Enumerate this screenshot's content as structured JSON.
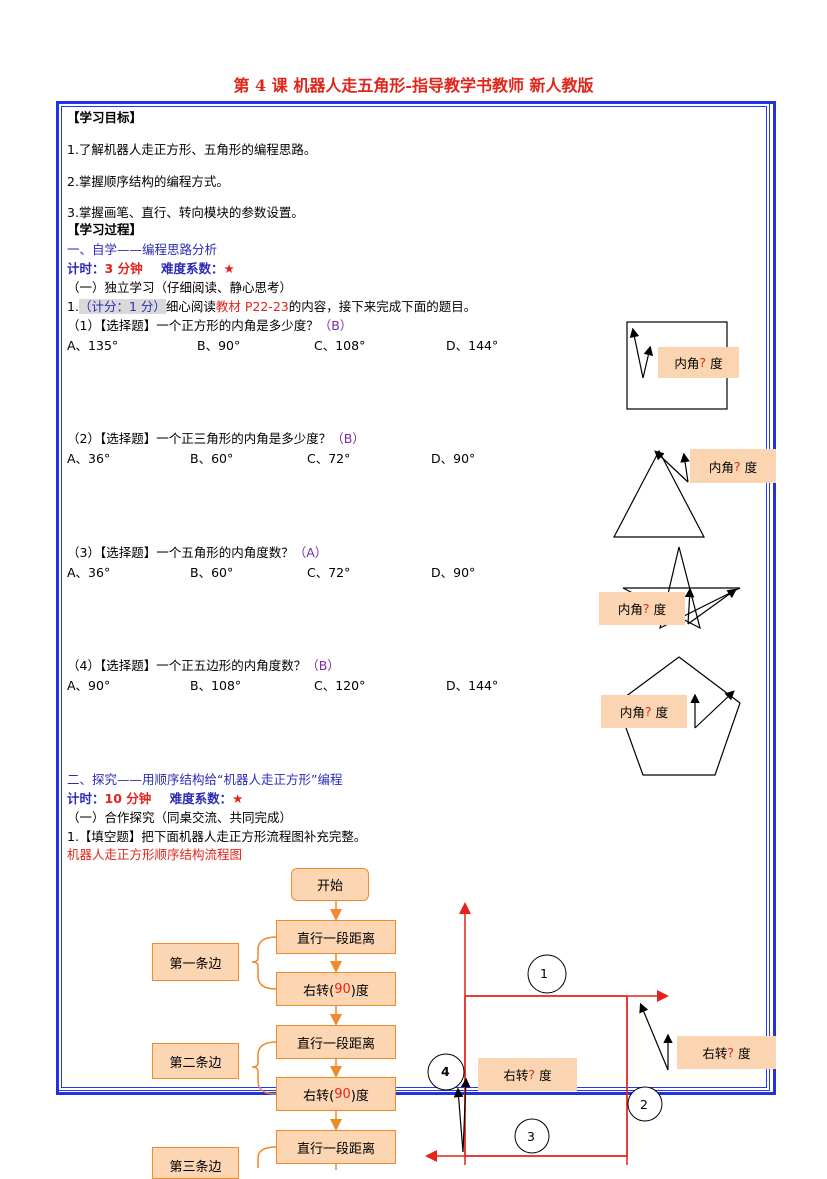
{
  "title": "第 4 课  机器人走五角形-指导教学书教师  新人教版",
  "goals": {
    "header": "【学习目标】",
    "items": [
      "1.了解机器人走正方形、五角形的编程思路。",
      "2.掌握顺序结构的编程方式。",
      "3.掌握画笔、直行、转向模块的参数设置。"
    ]
  },
  "process_header": "【学习过程】",
  "section1": {
    "title": "一、自学——编程思路分析",
    "timer_label": "计时：",
    "timer_value": "3 分钟",
    "difficulty_label": "难度系数：",
    "star": "★",
    "sub": "（一）独立学习（仔细阅读、静心思考）",
    "task_prefix": "1.",
    "task_score": "（计分：1 分）",
    "task_mid": "细心阅读",
    "task_book": "教材 P22-23",
    "task_end": "的内容，接下来完成下面的题目。",
    "questions": [
      {
        "prompt": "（1）【选择题】一个正方形的内角是多少度？",
        "answer": "（B）",
        "options": [
          "A、135°",
          "B、90°",
          "C、108°",
          "D、144°"
        ]
      },
      {
        "prompt": "（2）【选择题】一个正三角形的内角是多少度？",
        "answer": "（B）",
        "options": [
          "A、36°",
          "B、60°",
          "C、72°",
          "D、90°"
        ]
      },
      {
        "prompt": "（3）【选择题】一个五角形的内角度数？",
        "answer": "（A）",
        "options": [
          "A、36°",
          "B、60°",
          "C、72°",
          "D、90°"
        ]
      },
      {
        "prompt": "（4）【选择题】一个正五边形的内角度数？",
        "answer": "（B）",
        "options": [
          "A、90°",
          "B、108°",
          "C、120°",
          "D、144°"
        ]
      }
    ],
    "callout_pre": "内角",
    "callout_q": "?",
    "callout_post": "度"
  },
  "section2": {
    "title": "二、探究——用顺序结构给“机器人走正方形”编程",
    "timer_label": "计时：",
    "timer_value": "10 分钟",
    "difficulty_label": "难度系数：",
    "star": "★",
    "sub": "（一）合作探究（同桌交流、共同完成）",
    "task": "1.【填空题】把下面机器人走正方形流程图补充完整。",
    "flow_title": "机器人走正方形顺序结构流程图"
  },
  "flowchart": {
    "start": "开始",
    "straight": "直行一段距离",
    "turn_pre": "右转(",
    "turn_value": "90",
    "turn_post": ")度",
    "edges": [
      "第一条边",
      "第二条边",
      "第三条边"
    ]
  },
  "square_diagram": {
    "numbers": [
      "1",
      "2",
      "3",
      "4"
    ],
    "turn_pre": "右转",
    "turn_q": "?",
    "turn_post": "度"
  }
}
